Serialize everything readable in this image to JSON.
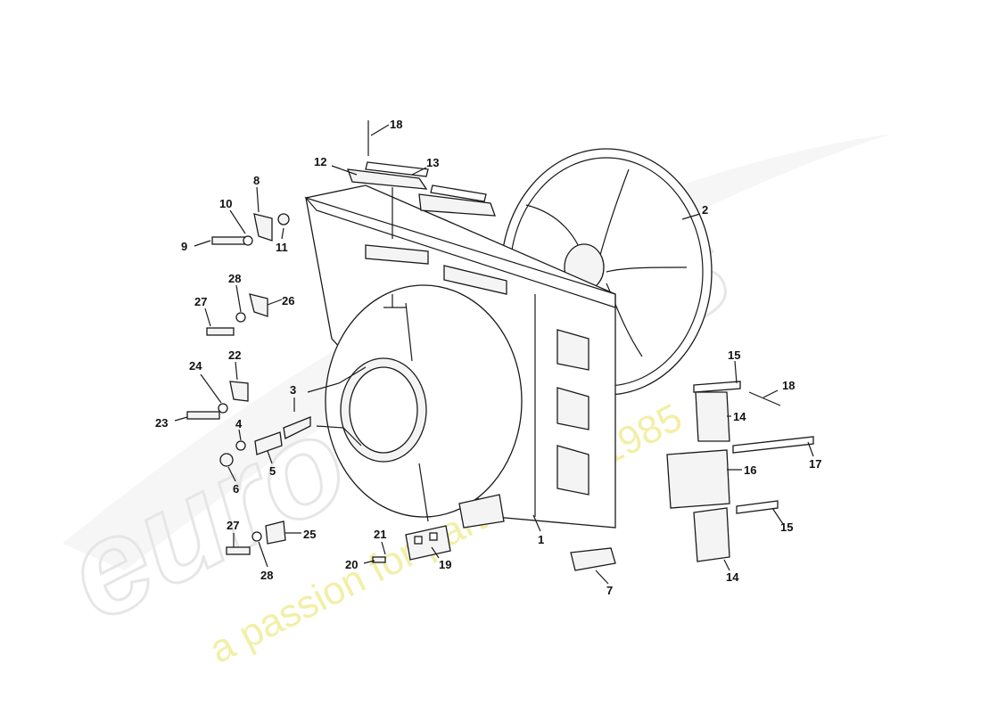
{
  "watermark": {
    "brand": "eurospares",
    "tagline": "a passion for parts since 1985",
    "brand_color": "#e9e9e9",
    "tagline_color": "#f3f0a0"
  },
  "callouts": [
    "1",
    "2",
    "3",
    "4",
    "5",
    "6",
    "7",
    "8",
    "9",
    "10",
    "11",
    "12",
    "13",
    "14",
    "14",
    "15",
    "15",
    "16",
    "17",
    "18",
    "18",
    "19",
    "20",
    "21",
    "22",
    "23",
    "24",
    "25",
    "26",
    "27",
    "27",
    "28",
    "28"
  ]
}
